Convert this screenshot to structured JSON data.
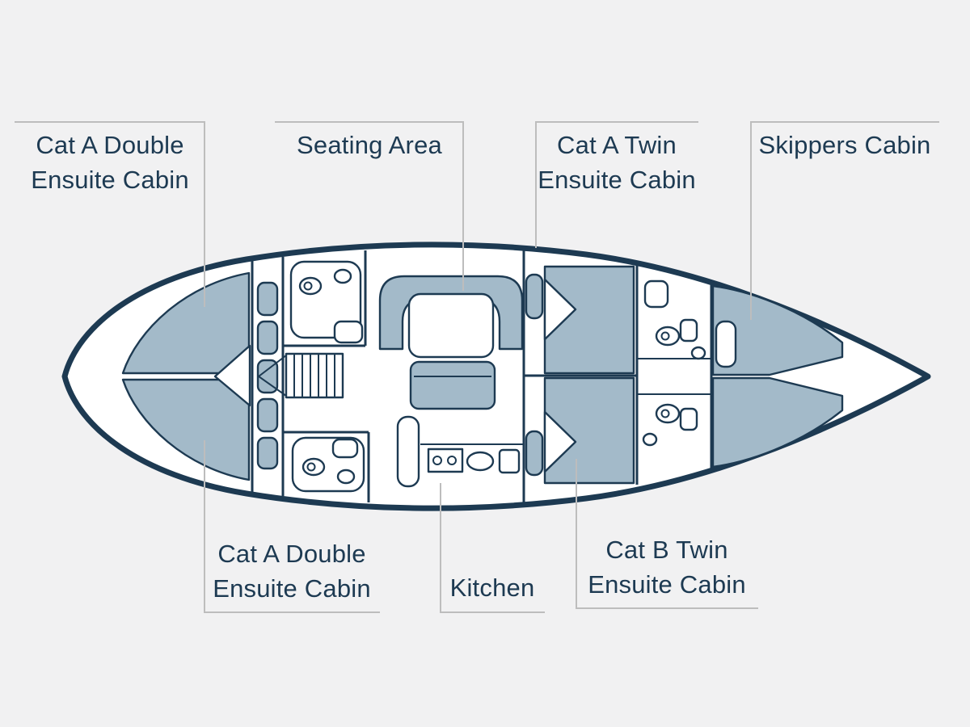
{
  "colors": {
    "navy": "#1d3a52",
    "slate": "#a3bac9",
    "leader": "#bdbdbd",
    "background": "#f1f1f2",
    "white": "#ffffff"
  },
  "labels": [
    {
      "id": "cat-a-double-aft-top",
      "lines": [
        "Cat A Double",
        "Ensuite Cabin"
      ]
    },
    {
      "id": "seating-area",
      "lines": [
        "Seating Area"
      ]
    },
    {
      "id": "cat-a-twin",
      "lines": [
        "Cat A Twin",
        "Ensuite Cabin"
      ]
    },
    {
      "id": "skippers-cabin",
      "lines": [
        "Skippers Cabin"
      ]
    },
    {
      "id": "cat-a-double-aft-bottom",
      "lines": [
        "Cat A Double",
        "Ensuite Cabin"
      ]
    },
    {
      "id": "kitchen",
      "lines": [
        "Kitchen"
      ]
    },
    {
      "id": "cat-b-twin",
      "lines": [
        "Cat B Twin",
        "Ensuite Cabin"
      ]
    }
  ]
}
